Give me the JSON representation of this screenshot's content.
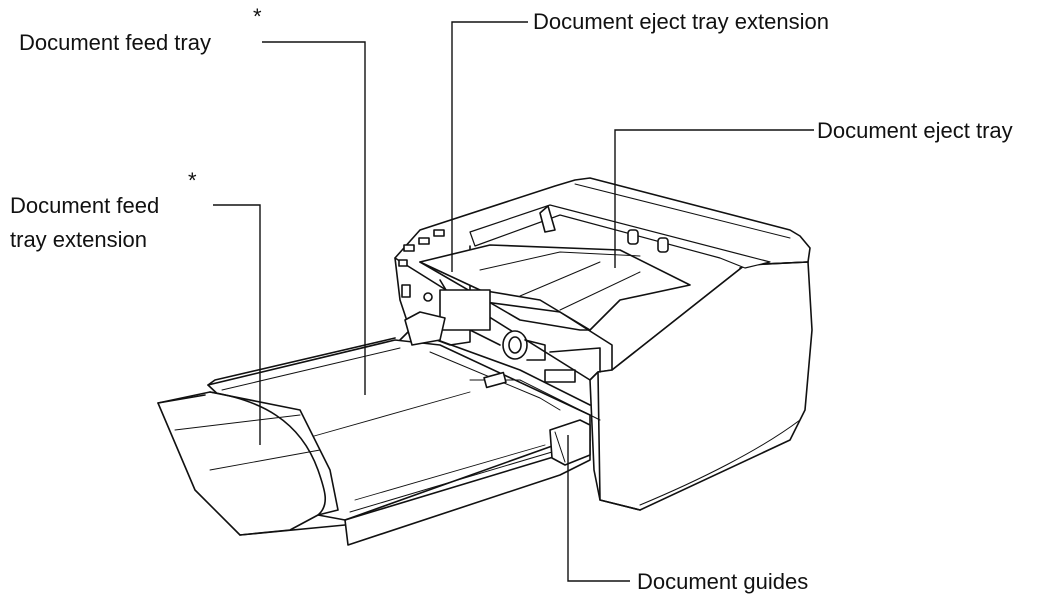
{
  "labels": {
    "feed_tray": "Document feed tray",
    "feed_tray_asterisk": "*",
    "eject_tray_extension": "Document eject tray extension",
    "eject_tray": "Document eject tray",
    "feed_tray_extension_line1": "Document feed",
    "feed_tray_extension_line2": "tray extension",
    "feed_tray_extension_asterisk": "*",
    "document_guides": "Document guides"
  },
  "colors": {
    "line": "#111111",
    "fill": "#ffffff"
  }
}
